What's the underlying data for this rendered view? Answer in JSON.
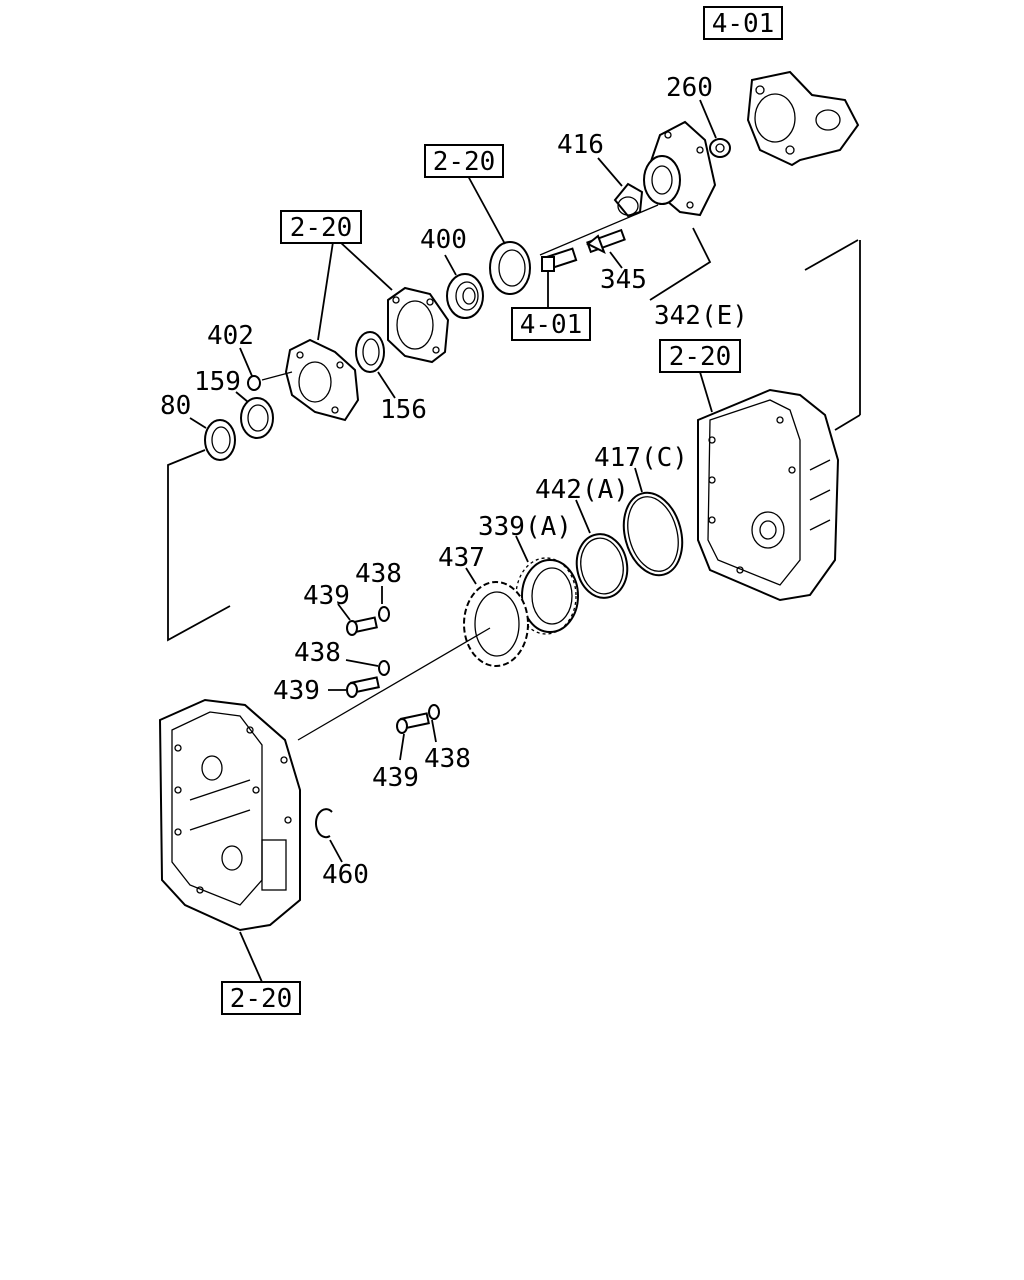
{
  "refs": {
    "r401_top": "4-01",
    "r220_a": "2-20",
    "r220_b": "2-20",
    "r401_mid": "4-01",
    "r220_c": "2-20",
    "r220_bottom": "2-20"
  },
  "parts": {
    "p260": "260",
    "p416": "416",
    "p400": "400",
    "p345": "345",
    "p342": "342(E)",
    "p402": "402",
    "p159": "159",
    "p80": "80",
    "p156": "156",
    "p417": "417(C)",
    "p442": "442(A)",
    "p339": "339(A)",
    "p437": "437",
    "p438a": "438",
    "p439a": "439",
    "p438b": "438",
    "p439b": "439",
    "p439c": "439",
    "p438c": "438",
    "p460": "460"
  }
}
